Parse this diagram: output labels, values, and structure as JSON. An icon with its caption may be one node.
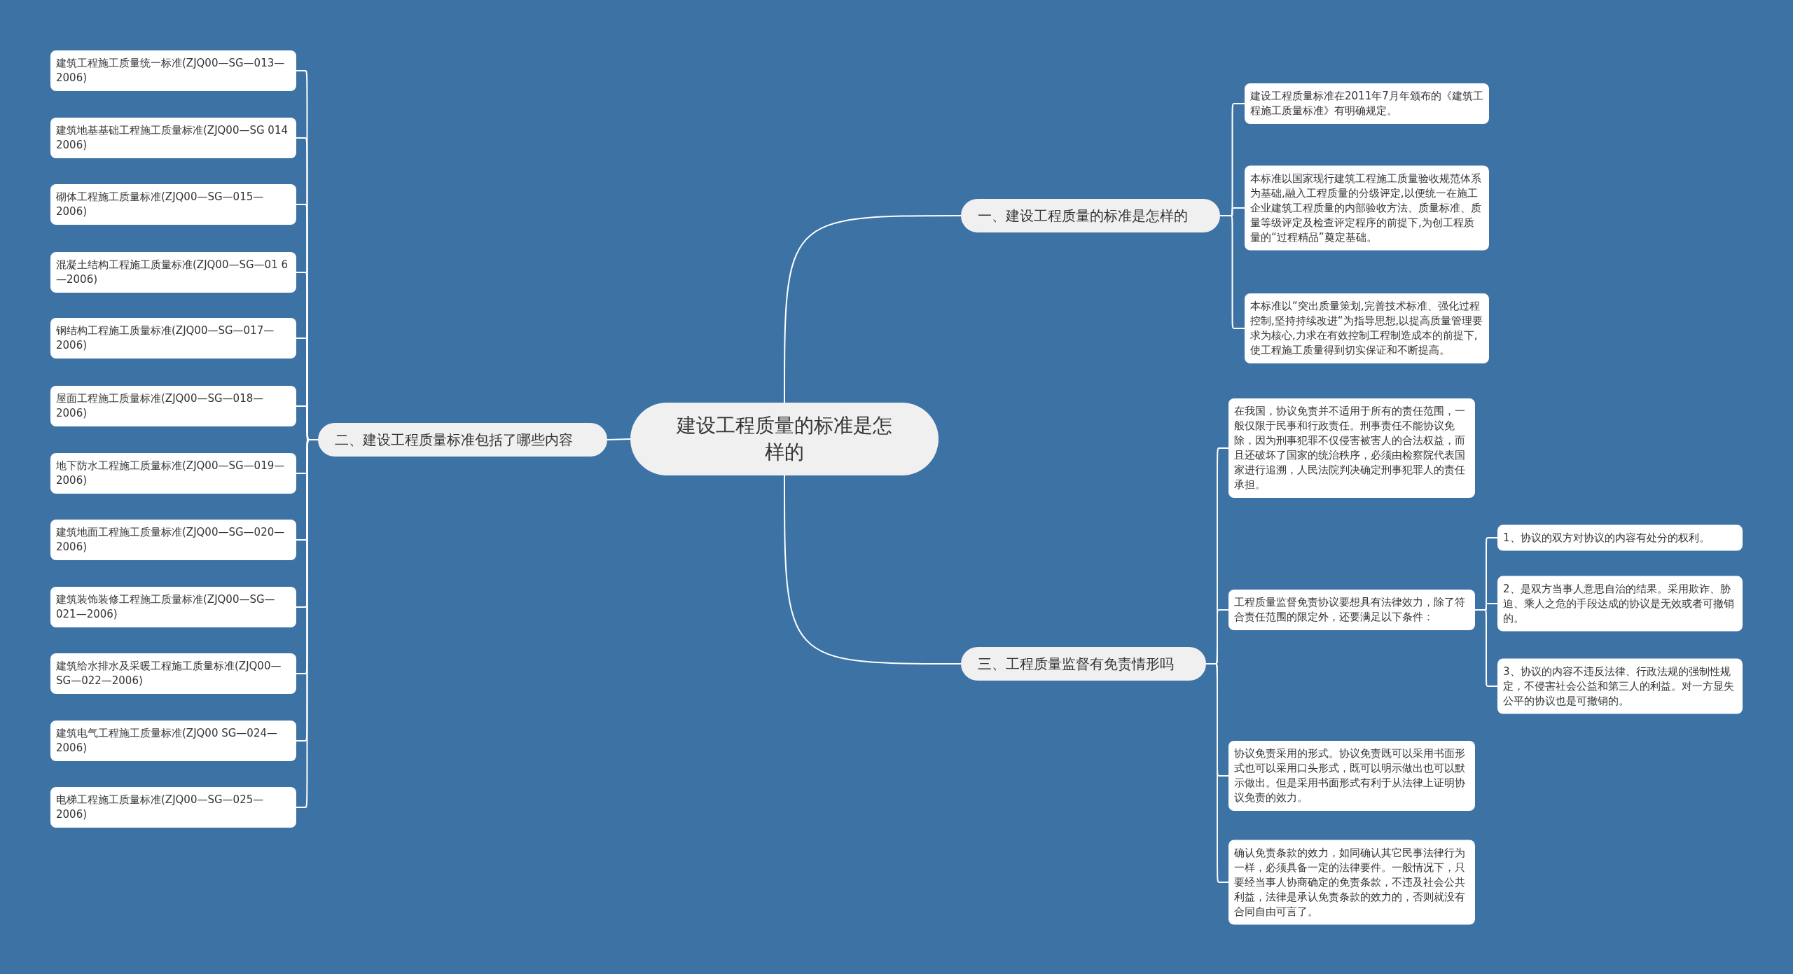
{
  "diagram": {
    "nodes": [
      {
        "text": [
          "建设工程质量的标准是怎样的"
        ]
      },
      {
        "text": [
          "一、建设工程质量的标准是怎样的"
        ]
      },
      {
        "text": [
          "建设工程质量标准在2011年7月年颁布的《建筑工程施工质量标准》有明确规定。"
        ]
      },
      {
        "text": [
          "本标准以国家现行建筑工程施工质量验收规范体系为基础,融入工程质量的分级评定,以便统一在施工企业建筑工程质量的内部验收方法、质量标准、质量等级评定及检查评定程序的前提下,为创工程质量的“过程精品”奠定基础。"
        ]
      },
      {
        "text": [
          "本标准以“突出质量策划,完善技术标准、强化过程控制,坚持持续改进“为指导思想,以提高质量管理要求为核心,力求在有效控制工程制造成本的前提下,使工程施工质量得到切实保证和不断提高。"
        ]
      },
      {
        "text": [
          "二、建设工程质量标准包括了哪些内容"
        ]
      },
      {
        "text": [
          "建筑工程施工质量统一标准(ZJQ00—SG—013—2006)"
        ]
      },
      {
        "text": [
          "建筑地基基础工程施工质量标准(ZJQ00—SG 014 2006)"
        ]
      },
      {
        "text": [
          "砌体工程施工质量标准(ZJQ00—SG—015—2006)"
        ]
      },
      {
        "text": [
          "混凝土结构工程施工质量标准(ZJQ00—SG—01 6—2006)"
        ]
      },
      {
        "text": [
          "钢结构工程施工质量标准(ZJQ00—SG—017—2006)"
        ]
      },
      {
        "text": [
          "屋面工程施工质量标准(ZJQ00—SG—018—2006)"
        ]
      },
      {
        "text": [
          "地下防水工程施工质量标准(ZJQ00—SG—019—2006)"
        ]
      },
      {
        "text": [
          "建筑地面工程施工质量标准(ZJQ00—SG—020—2006)"
        ]
      },
      {
        "text": [
          "建筑装饰装修工程施工质量标准(ZJQ00—SG—021—2006)"
        ]
      },
      {
        "text": [
          "建筑给水排水及采暖工程施工质量标准(ZJQ00—SG—022—2006)"
        ]
      },
      {
        "text": [
          "建筑电气工程施工质量标准(ZJQ00 SG—024—2006)"
        ]
      },
      {
        "text": [
          "电梯工程施工质量标准(ZJQ00—SG—025—2006)"
        ]
      },
      {
        "text": [
          "三、工程质量监督有免责情形吗"
        ]
      },
      {
        "text": [
          "在我国，协议免责并不适用于所有的责任范围，一般仅限于民事和行政责任。刑事责任不能协议免除，因为刑事犯罪不仅侵害被害人的合法权益，而且还破坏了国家的统治秩序，必须由检察院代表国家进行追溯，人民法院判决确定刑事犯罪人的责任承担。"
        ]
      },
      {
        "text": [
          "工程质量监督免责协议要想具有法律效力，除了符合责任范围的限定外，还要满足以下条件："
        ]
      },
      {
        "text": [
          "1、协议的双方对协议的内容有处分的权利。"
        ]
      },
      {
        "text": [
          "2、是双方当事人意思自治的结果。采用欺诈、胁迫、乘人之危的手段达成的协议是无效或者可撤销的。"
        ]
      },
      {
        "text": [
          "3、协议的内容不违反法律、行政法规的强制性规定，不侵害社会公益和第三人的利益。对一方显失公平的协议也是可撤销的。"
        ]
      },
      {
        "text": [
          "协议免责采用的形式。协议免责既可以采用书面形式也可以采用口头形式，既可以明示做出也可以默示做出。但是采用书面形式有利于从法律上证明协议免责的效力。"
        ]
      },
      {
        "text": [
          "确认免责条款的效力，如同确认其它民事法律行为一样，必须具备一定的法律要件。一般情况下，只要经当事人协商确定的免责条款，不违及社会公共利益，法律是承认免责条款的效力的，否则就没有合同自由可言了。"
        ]
      }
    ],
    "edges": [
      {
        "from": 0,
        "to": 1,
        "arrow": "none"
      },
      {
        "from": 1,
        "to": 2,
        "arrow": "none"
      },
      {
        "from": 1,
        "to": 3,
        "arrow": "none"
      },
      {
        "from": 1,
        "to": 4,
        "arrow": "none"
      },
      {
        "from": 0,
        "to": 5,
        "arrow": "none"
      },
      {
        "from": 5,
        "to": 6,
        "arrow": "none"
      },
      {
        "from": 5,
        "to": 7,
        "arrow": "none"
      },
      {
        "from": 5,
        "to": 8,
        "arrow": "none"
      },
      {
        "from": 5,
        "to": 9,
        "arrow": "none"
      },
      {
        "from": 5,
        "to": 10,
        "arrow": "none"
      },
      {
        "from": 5,
        "to": 11,
        "arrow": "none"
      },
      {
        "from": 5,
        "to": 12,
        "arrow": "none"
      },
      {
        "from": 5,
        "to": 13,
        "arrow": "none"
      },
      {
        "from": 5,
        "to": 14,
        "arrow": "none"
      },
      {
        "from": 5,
        "to": 15,
        "arrow": "none"
      },
      {
        "from": 5,
        "to": 16,
        "arrow": "none"
      },
      {
        "from": 5,
        "to": 17,
        "arrow": "none"
      },
      {
        "from": 0,
        "to": 18,
        "arrow": "none"
      },
      {
        "from": 18,
        "to": 19,
        "arrow": "none"
      },
      {
        "from": 18,
        "to": 20,
        "arrow": "none"
      },
      {
        "from": 20,
        "to": 21,
        "arrow": "none"
      },
      {
        "from": 20,
        "to": 22,
        "arrow": "none"
      },
      {
        "from": 20,
        "to": 23,
        "arrow": "none"
      },
      {
        "from": 18,
        "to": 24,
        "arrow": "none"
      },
      {
        "from": 18,
        "to": 25,
        "arrow": "none"
      }
    ]
  }
}
